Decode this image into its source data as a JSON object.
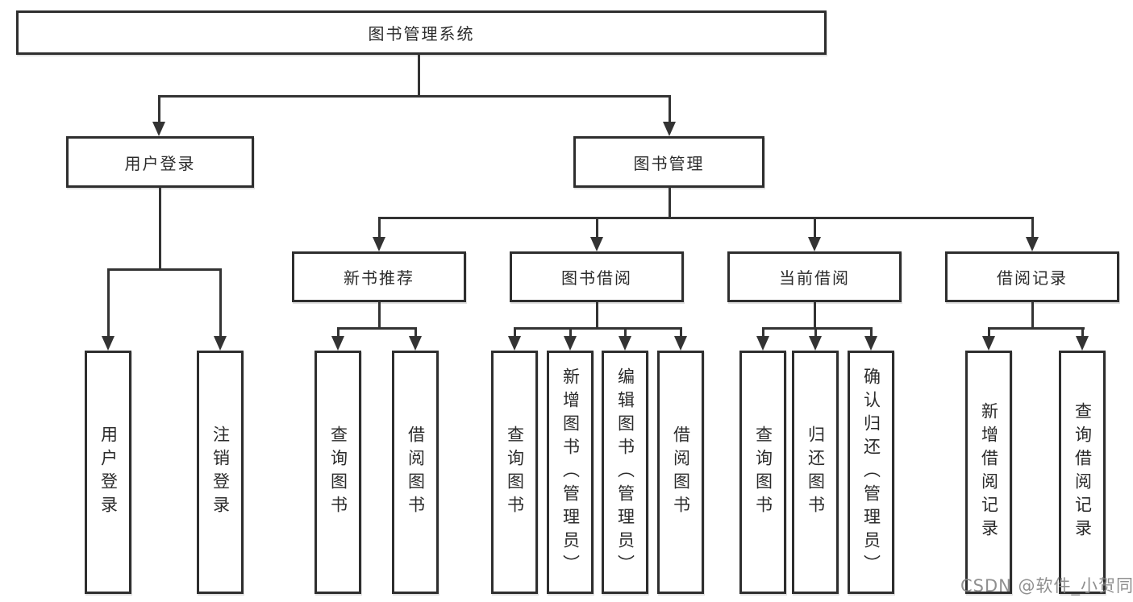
{
  "tree": {
    "root": {
      "label": "图书管理系统"
    },
    "branches": [
      {
        "label": "用户登录",
        "children": [
          {
            "label": "用户登录"
          },
          {
            "label": "注销登录"
          }
        ]
      },
      {
        "label": "图书管理",
        "children": [
          {
            "label": "新书推荐",
            "children": [
              {
                "label": "查询图书"
              },
              {
                "label": "借阅图书"
              }
            ]
          },
          {
            "label": "图书借阅",
            "children": [
              {
                "label": "查询图书"
              },
              {
                "label": "新增图书（管理员）"
              },
              {
                "label": "编辑图书（管理员）"
              },
              {
                "label": "借阅图书"
              }
            ]
          },
          {
            "label": "当前借阅",
            "children": [
              {
                "label": "查询图书"
              },
              {
                "label": "归还图书"
              },
              {
                "label": "确认归还（管理员）"
              }
            ]
          },
          {
            "label": "借阅记录",
            "children": [
              {
                "label": "新增借阅记录"
              },
              {
                "label": "查询借阅记录"
              }
            ]
          }
        ]
      }
    ]
  },
  "watermark": {
    "text": "CSDN @软件_小贺同学"
  },
  "colors": {
    "line": "#333333",
    "box_border": "#2e2e2e",
    "text": "#2b2b2b",
    "watermark": "#878787",
    "background": "#ffffff"
  }
}
